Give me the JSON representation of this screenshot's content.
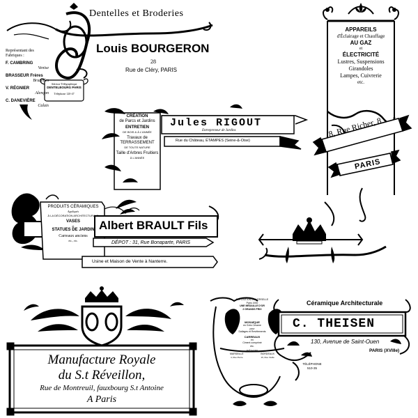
{
  "bourgeron": {
    "header": "Dentelles et Broderies",
    "name": "Louis BOURGERON",
    "number": "28",
    "address": "Rue de Cléry, PARIS",
    "rep_title": "Représentant des Fabriques :",
    "reps": [
      {
        "name": "F. CAMBRING",
        "place": "Venise"
      },
      {
        "name": "BRASSEUR Frères",
        "place": "Bruxelles"
      },
      {
        "name": "V. RÉGNIER",
        "place": "Alençon"
      },
      {
        "name": "C. DANEVIÈRE",
        "place": "Calais"
      }
    ],
    "telegraph_label": "Adresse Télégraphique",
    "telegraph": "DENTELBOURG PARIS",
    "telephone": "Téléphone 120-47"
  },
  "richer": {
    "line1": "APPAREILS",
    "line2": "d'Éclairage et Chauffage",
    "line3": "AU GAZ",
    "line4": "et",
    "line5": "ÉLECTRICITÉ",
    "line6": "Lustres, Suspensions",
    "line7": "Girandoles",
    "line8": "Lampes, Cuivrerie",
    "line9": "etc.",
    "ribbon_address": "8, Rue Richer, 8",
    "ribbon_city": "PARIS"
  },
  "rigout": {
    "name": "Jules RIGOUT",
    "sub": "Entrepreneur de Jardins",
    "left": [
      "CRÉATION",
      "de Parcs et Jardins",
      "ENTRETIEN",
      "DE BOIS & À L'ANNÉE",
      "Travaux de TERRASSEMENT",
      "DE TOUTE NATURE",
      "Taille d'Arbres Fruitiers",
      "À L'ANNÉE"
    ],
    "address": "Rue du Château, ÉTAMPES (Seine-&-Oise)"
  },
  "brault": {
    "left": [
      "PRODUITS CÉRAMIQUES",
      "Appliqués",
      "À LA DÉCORATION ARCHITECTURALE",
      "VASES",
      "et",
      "STATUES DE JARDIN",
      "Carreaux anciens",
      "etc., etc."
    ],
    "name": "Albert BRAULT Fils",
    "depot": "DÉPOT : 31, Rue Bonaparte, PARIS",
    "usine": "Usine et Maison de Vente à Nanterre."
  },
  "reveillon": {
    "line1": "Manufacture Royale",
    "line2": "du S.t Réveillon,",
    "line3": "Rue de Montreuil, fauxbourg S.t Antoine",
    "line4": "A Paris"
  },
  "theisen": {
    "header": "Céramique Architecturale",
    "name": "C. THEISEN",
    "address": "130, Avenue de Saint-Ouen",
    "city": "PARIS (XVIIIe)",
    "phone_label": "TÉLÉPHONE",
    "phone": "510-35",
    "left": [
      "EXPOSITION UNIVERSELLE",
      "Paris 1900",
      "UNE MÉDAILLE D'OR",
      "2 GRANDS PRIX",
      "MOSAÏQUE",
      "en Grès Cérame",
      "pour",
      "Dallages et Revêtements",
      "CARREAUX",
      "en",
      "Ciment comprimé",
      "etc.",
      "DÉPOTS",
      "MARSEILLE",
      "BORDEAUX",
      "4, Rue Pierre",
      "16, Rue Vieille"
    ]
  }
}
